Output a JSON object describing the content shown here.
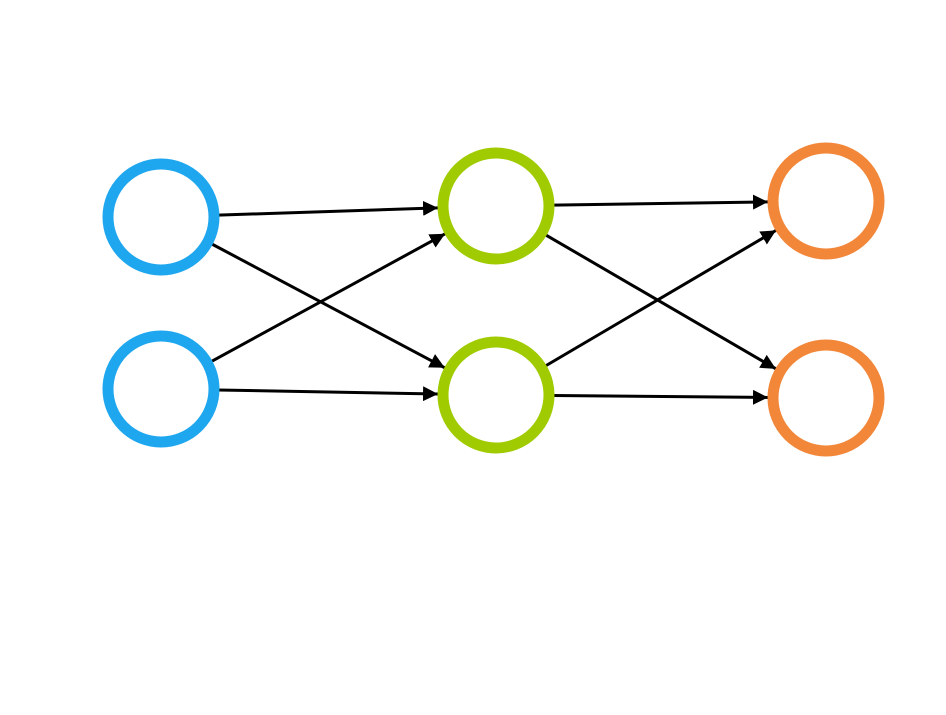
{
  "diagram": {
    "type": "neural-network",
    "colors": {
      "input": "#1ea7ef",
      "hidden": "#9fcb00",
      "output": "#f2873a",
      "edge": "#000000",
      "background": "#ffffff"
    },
    "layers": [
      {
        "id": "input",
        "color_key": "input",
        "nodes": [
          "input-1",
          "input-2"
        ]
      },
      {
        "id": "hidden",
        "color_key": "hidden",
        "nodes": [
          "hidden-1",
          "hidden-2"
        ]
      },
      {
        "id": "output",
        "color_key": "output",
        "nodes": [
          "output-1",
          "output-2"
        ]
      }
    ],
    "edges": [
      {
        "from": "input-1",
        "to": "hidden-1"
      },
      {
        "from": "input-1",
        "to": "hidden-2"
      },
      {
        "from": "input-2",
        "to": "hidden-1"
      },
      {
        "from": "input-2",
        "to": "hidden-2"
      },
      {
        "from": "hidden-1",
        "to": "output-1"
      },
      {
        "from": "hidden-1",
        "to": "output-2"
      },
      {
        "from": "hidden-2",
        "to": "output-1"
      },
      {
        "from": "hidden-2",
        "to": "output-2"
      }
    ]
  }
}
